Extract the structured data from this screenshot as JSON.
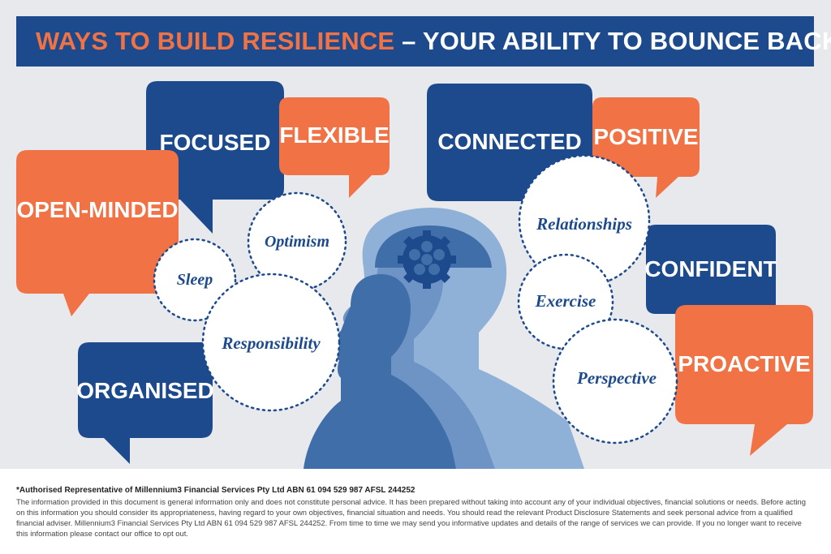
{
  "header": {
    "title_accent": "WAYS TO BUILD RESILIENCE",
    "title_rest": " – YOUR ABILITY TO BOUNCE BACK"
  },
  "traits": {
    "focused": "FOCUSED",
    "flexible": "FLEXIBLE",
    "open_minded": "OPEN-MINDED",
    "organised": "ORGANISED",
    "connected": "CONNECTED",
    "positive": "POSITIVE",
    "confident": "CONFIDENT",
    "proactive": "PROACTIVE"
  },
  "habits": {
    "sleep": "Sleep",
    "optimism": "Optimism",
    "responsibility": "Responsibility",
    "relationships": "Relationships",
    "exercise": "Exercise",
    "perspective": "Perspective"
  },
  "footer": {
    "heading": "*Authorised Representative of Millennium3 Financial Services Pty Ltd ABN 61 094 529 987 AFSL 244252",
    "body": "The information provided in this document is general information only and does not constitute personal advice. It has been prepared without taking into account any of your individual objectives, financial solutions or needs. Before acting on this information you should consider its appropriateness, having regard to your own objectives, financial situation and needs. You should read the relevant Product Disclosure Statements and seek personal advice from a qualified financial adviser. Millennium3 Financial Services Pty Ltd ABN 61 094 529 987 AFSL 244252. From time to time we may send you informative updates and details of the range of services we can provide. If you no longer want to receive this information please contact our office to opt out."
  },
  "colors": {
    "navy": "#1d4a8c",
    "orange": "#f07245",
    "panel": "#e8e9ec",
    "head_light": "#8fb1d8",
    "head_mid": "#6e94c6",
    "head_dark": "#3f6ea8"
  },
  "icons": {
    "brain": "gear-icon"
  }
}
